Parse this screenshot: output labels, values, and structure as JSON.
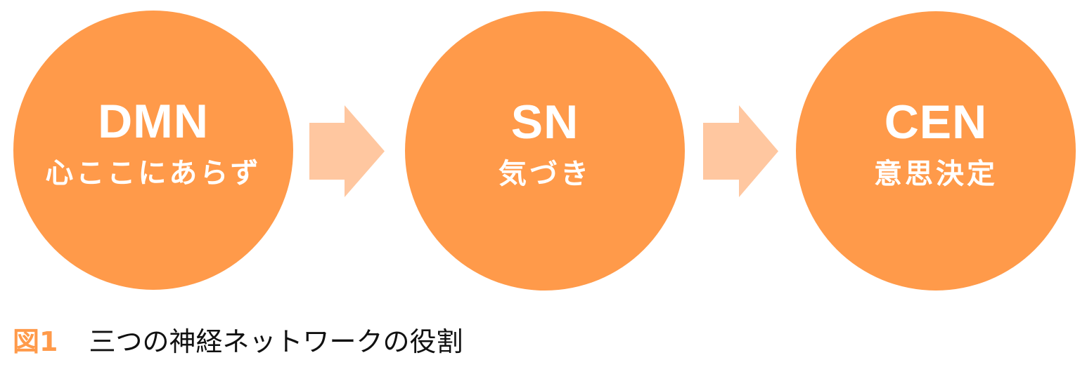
{
  "colors": {
    "circle_fill": "#FF9A4A",
    "arrow_fill": "#FFC7A0",
    "circle_text": "#FFFFFF",
    "figure_label": "#FF9A4A",
    "caption_text": "#111111"
  },
  "nodes": [
    {
      "abbr": "DMN",
      "description": "心ここにあらず"
    },
    {
      "abbr": "SN",
      "description": "気づき"
    },
    {
      "abbr": "CEN",
      "description": "意思決定"
    }
  ],
  "arrows": [
    {
      "from": "DMN",
      "to": "SN",
      "icon": "right-arrow-icon"
    },
    {
      "from": "SN",
      "to": "CEN",
      "icon": "right-arrow-icon"
    }
  ],
  "caption": {
    "figure_label": "図1",
    "text": "三つの神経ネットワークの役割"
  }
}
